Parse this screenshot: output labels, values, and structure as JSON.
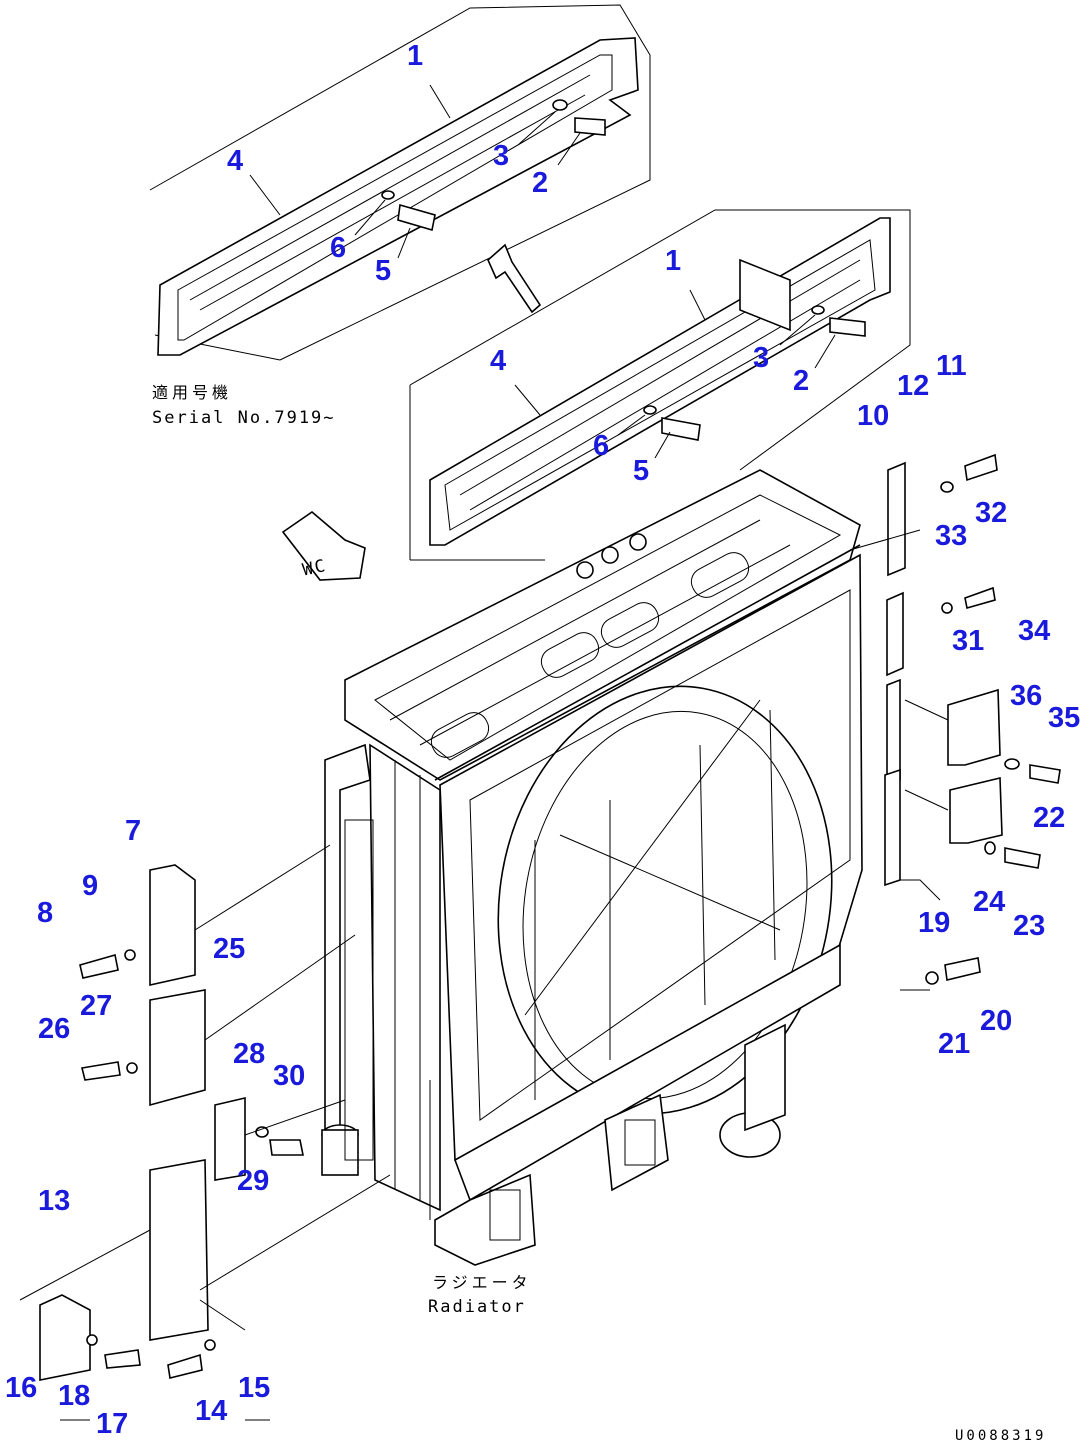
{
  "labels": {
    "serial_jp": "適用号機",
    "serial_en": "Serial No.7919~",
    "radiator_jp": "ラジエータ",
    "radiator_en": "Radiator",
    "wc_tag": "WC",
    "drawing_code": "U0088319"
  },
  "part_numbers": [
    "1",
    "4",
    "3",
    "2",
    "6",
    "5",
    "1",
    "4",
    "3",
    "2",
    "6",
    "5",
    "11",
    "12",
    "10",
    "32",
    "33",
    "31",
    "34",
    "36",
    "35",
    "22",
    "7",
    "9",
    "8",
    "25",
    "27",
    "26",
    "28",
    "30",
    "29",
    "24",
    "23",
    "19",
    "20",
    "21",
    "13",
    "16",
    "18",
    "17",
    "14",
    "15"
  ],
  "colors": {
    "callout": "#1a1adc",
    "line": "#000000",
    "background": "#ffffff"
  }
}
